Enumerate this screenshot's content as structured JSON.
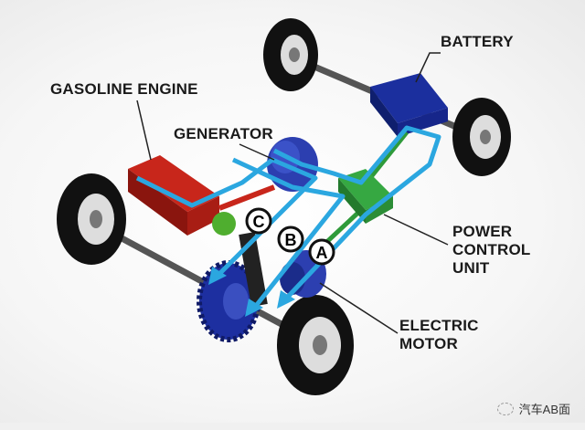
{
  "labels": {
    "battery": "BATTERY",
    "gasoline_engine": "GASOLINE ENGINE",
    "generator": "GENERATOR",
    "power_control_unit": [
      "POWER",
      "CONTROL",
      "UNIT"
    ],
    "electric_motor": [
      "ELECTRIC",
      "MOTOR"
    ]
  },
  "paths": [
    "A",
    "B",
    "C"
  ],
  "watermark": "汽车AB面",
  "colors": {
    "flow": "#2ba7e0",
    "battery": "#1b2f9e",
    "engine": "#c8261b",
    "pcu": "#2f9a3a",
    "generator": "#2c3fb0"
  }
}
